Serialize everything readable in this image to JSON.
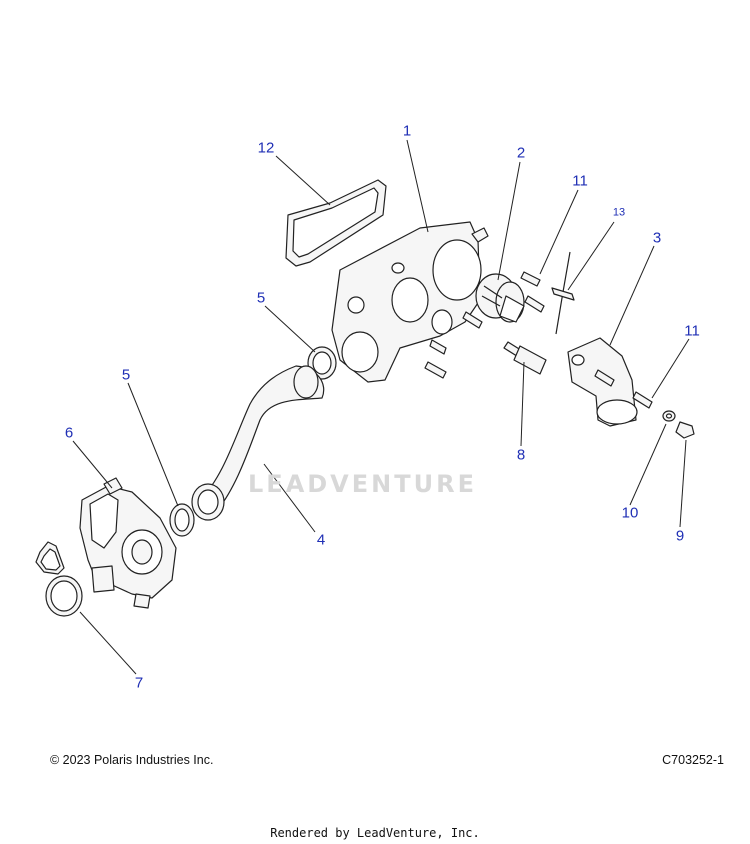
{
  "callouts": [
    {
      "id": "1",
      "label": "1"
    },
    {
      "id": "2",
      "label": "2"
    },
    {
      "id": "3",
      "label": "3"
    },
    {
      "id": "4",
      "label": "4"
    },
    {
      "id": "5a",
      "label": "5"
    },
    {
      "id": "5b",
      "label": "5"
    },
    {
      "id": "6",
      "label": "6"
    },
    {
      "id": "7",
      "label": "7"
    },
    {
      "id": "8",
      "label": "8"
    },
    {
      "id": "9",
      "label": "9"
    },
    {
      "id": "10",
      "label": "10"
    },
    {
      "id": "11a",
      "label": "11"
    },
    {
      "id": "11b",
      "label": "11"
    },
    {
      "id": "12",
      "label": "12"
    },
    {
      "id": "13",
      "label": "13"
    }
  ],
  "footer": {
    "copyright": "© 2023 Polaris Industries Inc.",
    "drawing_id": "C703252-1",
    "rendered_by": "Rendered by LeadVenture, Inc."
  },
  "watermark": "LEADVENTURE",
  "colors": {
    "callout": "#1f2fb5",
    "line": "#222222",
    "part_fill": "#f6f6f6"
  }
}
